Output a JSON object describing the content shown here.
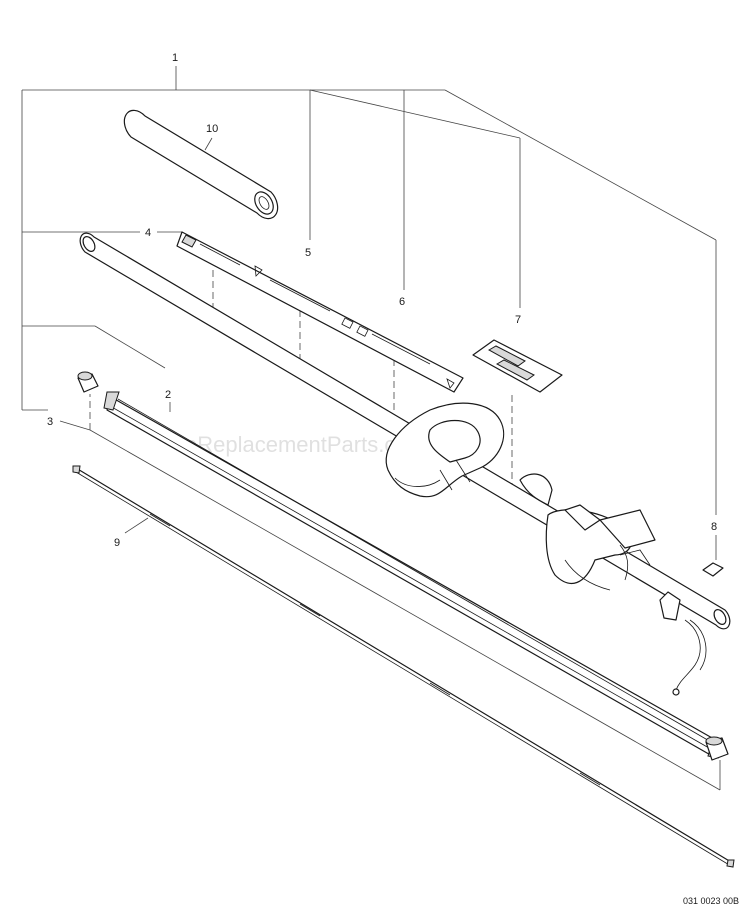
{
  "callouts": {
    "c1": "1",
    "c2": "2",
    "c3": "3",
    "c4": "4",
    "c5": "5",
    "c6": "6",
    "c7": "7",
    "c8": "8",
    "c9": "9",
    "c10": "10"
  },
  "watermark": "eReplacementParts.com",
  "drawing_code": "031 0023 00B"
}
